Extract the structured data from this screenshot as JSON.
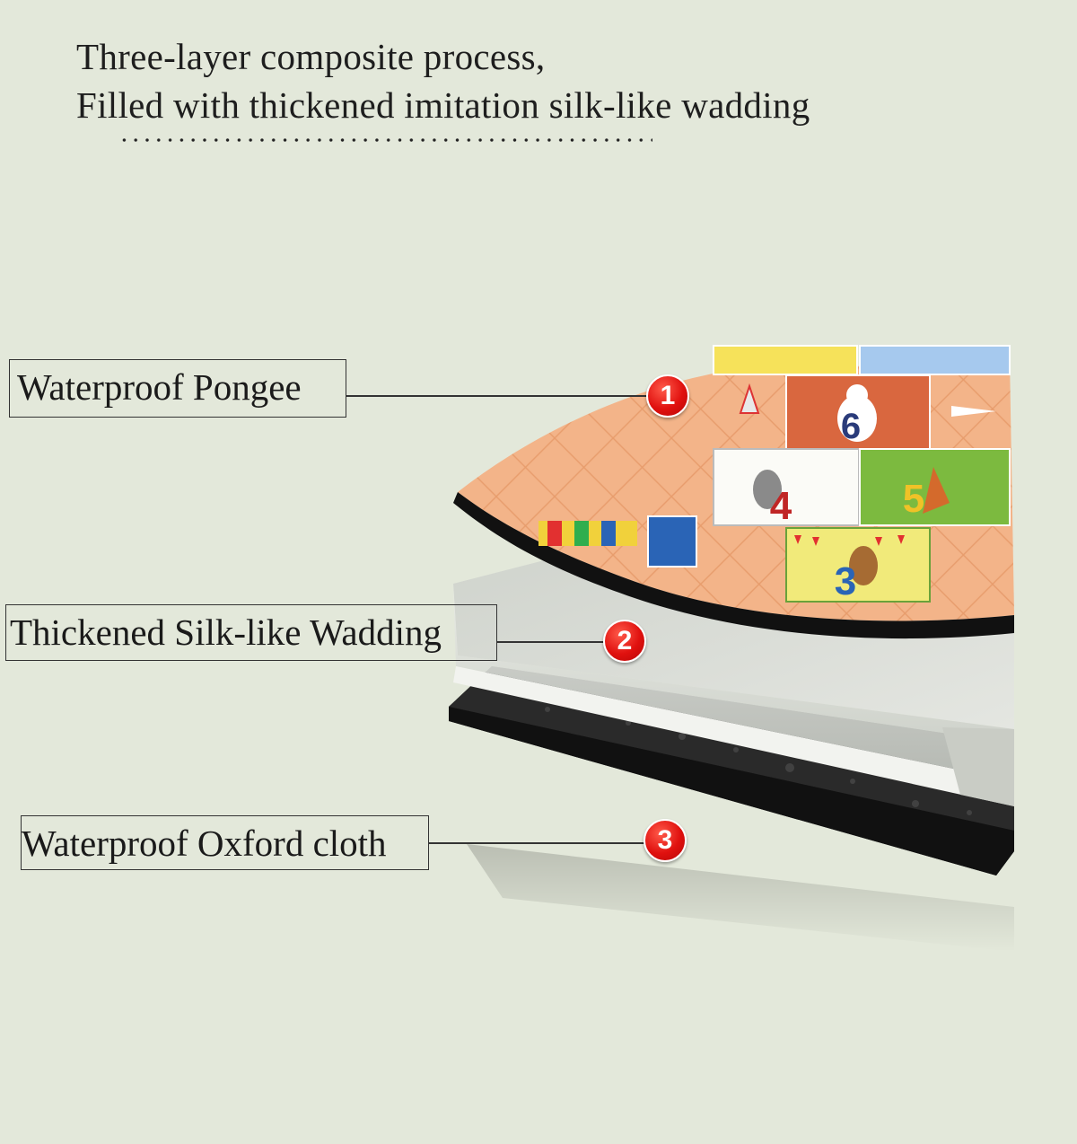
{
  "header": {
    "line1": "Three-layer composite process,",
    "line2": "Filled with thickened imitation silk-like wadding"
  },
  "layers": [
    {
      "label": "Waterproof Pongee",
      "number": "1"
    },
    {
      "label": "Thickened Silk-like Wadding",
      "number": "2"
    },
    {
      "label": "Waterproof Oxford cloth",
      "number": "3"
    }
  ],
  "mat_tiles": [
    "6",
    "4",
    "5",
    "3"
  ],
  "colors": {
    "background": "#e3e8da",
    "badge_red": "#e0110f",
    "pongee_orange": "#f3b489",
    "wadding_grey": "#d6d9d2",
    "oxford_black": "#1c1c1c"
  }
}
